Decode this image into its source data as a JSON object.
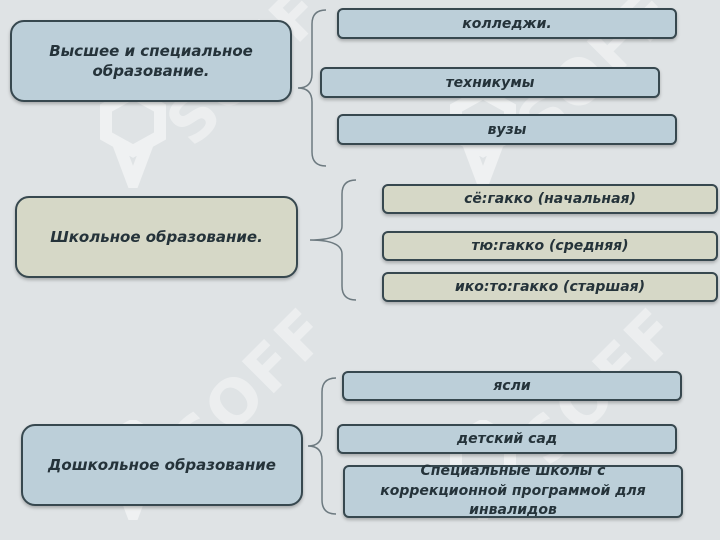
{
  "groups": [
    {
      "title": "Высшее и специальное образование.",
      "items": [
        "колледжи.",
        "техникумы",
        "вузы"
      ]
    },
    {
      "title": "Школьное образование.",
      "items": [
        "сё:гакко (начальная)",
        "тю:гакко (средняя)",
        "ико:то:гакко (старшая)"
      ]
    },
    {
      "title": "Дошкольное образование",
      "items": [
        "ясли",
        "детский сад",
        "Специальные школы с коррекционной программой для инвалидов"
      ]
    }
  ],
  "watermark": "SOFF",
  "colors": {
    "background": "#dfe3e5",
    "box_blue": "#bccfd9",
    "box_beige": "#d6d8c7",
    "border": "#37484f"
  }
}
